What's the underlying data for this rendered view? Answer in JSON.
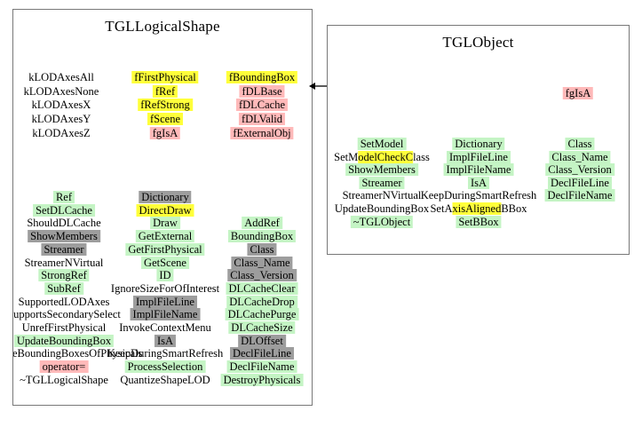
{
  "colors": {
    "green": "#c4f4c4",
    "yellow": "#ffff3a",
    "pink": "#ffb9b9",
    "gray": "#9d9d9d"
  },
  "icons": {
    "inheritance_arrow": "arrow-left"
  },
  "left_box": {
    "title": "TGLLogicalShape",
    "sections": [
      {
        "columns": [
          {
            "items": [
              {
                "t": "kLODAxesAll"
              },
              {
                "t": "kLODAxesNone"
              },
              {
                "t": "kLODAxesX"
              },
              {
                "t": "kLODAxesY"
              },
              {
                "t": "kLODAxesZ"
              }
            ]
          },
          {
            "items": [
              {
                "t": "fFirstPhysical",
                "c": "yellow"
              },
              {
                "t": "fRef",
                "c": "yellow"
              },
              {
                "t": "fRefStrong",
                "c": "yellow"
              },
              {
                "t": "fScene",
                "c": "yellow"
              },
              {
                "t": "fgIsA",
                "c": "pink"
              }
            ]
          },
          {
            "items": [
              {
                "t": "fBoundingBox",
                "c": "yellow"
              },
              {
                "t": "fDLBase",
                "c": "pink"
              },
              {
                "t": "fDLCache",
                "c": "pink"
              },
              {
                "t": "fDLValid",
                "c": "pink"
              },
              {
                "t": "fExternalObj",
                "c": "pink"
              }
            ]
          }
        ]
      },
      {
        "columns": [
          {
            "items": [
              {
                "t": "Ref",
                "c": "green"
              },
              {
                "t": "SetDLCache",
                "c": "green"
              },
              {
                "t": "ShouldDLCache"
              },
              {
                "t": "ShowMembers",
                "c": "gray"
              },
              {
                "t": "Streamer",
                "c": "gray"
              },
              {
                "t": "StreamerNVirtual"
              },
              {
                "t": "StrongRef",
                "c": "green"
              },
              {
                "t": "SubRef",
                "c": "green"
              },
              {
                "t": "SupportedLODAxes"
              },
              {
                "t": "SupportsSecondarySelect"
              },
              {
                "t": "UnrefFirstPhysical"
              },
              {
                "t": "UpdateBoundingBox",
                "c": "green"
              },
              {
                "t": "UpdateBoundingBoxesOfPhysicals"
              },
              {
                "t": "operator=",
                "c": "pink"
              },
              {
                "t": "~TGLLogicalShape"
              }
            ]
          },
          {
            "items": [
              {
                "t": "Dictionary",
                "c": "gray"
              },
              {
                "t": "DirectDraw",
                "c": "yellow"
              },
              {
                "t": "Draw",
                "c": "green"
              },
              {
                "t": "GetExternal",
                "c": "green"
              },
              {
                "t": "GetFirstPhysical",
                "c": "green"
              },
              {
                "t": "GetScene",
                "c": "green"
              },
              {
                "t": "ID",
                "c": "green"
              },
              {
                "t": "IgnoreSizeForOfInterest"
              },
              {
                "t": "ImplFileLine",
                "c": "gray"
              },
              {
                "t": "ImplFileName",
                "c": "gray"
              },
              {
                "t": "InvokeContextMenu"
              },
              {
                "t": "IsA",
                "c": "gray"
              },
              {
                "t": "KeepDuringSmartRefresh"
              },
              {
                "t": "ProcessSelection",
                "c": "green"
              },
              {
                "t": "QuantizeShapeLOD"
              }
            ]
          },
          {
            "items": [
              {
                "t": "AddRef",
                "c": "green"
              },
              {
                "t": "BoundingBox",
                "c": "green"
              },
              {
                "t": "Class",
                "c": "gray"
              },
              {
                "t": "Class_Name",
                "c": "gray"
              },
              {
                "t": "Class_Version",
                "c": "gray"
              },
              {
                "t": "DLCacheClear",
                "c": "green"
              },
              {
                "t": "DLCacheDrop",
                "c": "green"
              },
              {
                "t": "DLCachePurge",
                "c": "green"
              },
              {
                "t": "DLCacheSize",
                "c": "green"
              },
              {
                "t": "DLOffset",
                "c": "gray"
              },
              {
                "t": "DeclFileLine",
                "c": "gray"
              },
              {
                "t": "DeclFileName",
                "c": "green"
              },
              {
                "t": "DestroyPhysicals",
                "c": "green"
              }
            ]
          }
        ]
      }
    ]
  },
  "right_box": {
    "title": "TGLObject",
    "sections": [
      {
        "columns": [
          {
            "items": [
              {
                "t": "fgIsA",
                "c": "pink"
              }
            ]
          }
        ]
      },
      {
        "columns": [
          {
            "items": [
              {
                "t": "SetModel",
                "c": "green"
              },
              {
                "parts": [
                  {
                    "t": "SetM"
                  },
                  {
                    "t": "odelCheckC",
                    "c": "yellow"
                  },
                  {
                    "t": "lass"
                  }
                ]
              },
              {
                "t": "ShowMembers",
                "c": "green"
              },
              {
                "t": "Streamer",
                "c": "green"
              },
              {
                "t": "StreamerNVirtual"
              },
              {
                "t": "UpdateBoundingBox"
              },
              {
                "t": "~TGLObject",
                "c": "green"
              }
            ]
          },
          {
            "items": [
              {
                "t": "Dictionary",
                "c": "green"
              },
              {
                "t": "ImplFileLine",
                "c": "green"
              },
              {
                "t": "ImplFileName",
                "c": "green"
              },
              {
                "t": "IsA",
                "c": "green"
              },
              {
                "t": "KeepDuringSmartRefresh"
              },
              {
                "parts": [
                  {
                    "t": "SetA"
                  },
                  {
                    "t": "xisAligned",
                    "c": "yellow"
                  },
                  {
                    "t": "BBox"
                  }
                ]
              },
              {
                "t": "SetBBox",
                "c": "green"
              }
            ]
          },
          {
            "items": [
              {
                "t": "Class",
                "c": "green"
              },
              {
                "t": "Class_Name",
                "c": "green"
              },
              {
                "t": "Class_Version",
                "c": "green"
              },
              {
                "t": "DeclFileLine",
                "c": "green"
              },
              {
                "t": "DeclFileName",
                "c": "green"
              }
            ]
          }
        ]
      }
    ]
  }
}
